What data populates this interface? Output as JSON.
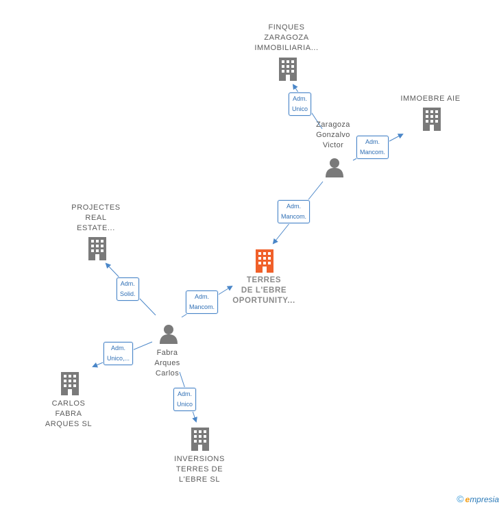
{
  "nodes": {
    "finques": {
      "label": "FINQUES\nZARAGOZA\nIMMOBILIARIA...",
      "icon": "building-icon"
    },
    "immoebre": {
      "label": "IMMOEBRE  AIE",
      "icon": "building-icon"
    },
    "zaragoza_person": {
      "label": "Zaragoza\nGonzalvo\nVictor",
      "icon": "person-icon"
    },
    "projectes": {
      "label": "PROJECTES\nREAL\nESTATE...",
      "icon": "building-icon"
    },
    "terres": {
      "label": "TERRES\nDE L'EBRE\nOPORTUNITY...",
      "icon": "building-icon"
    },
    "fabra_person": {
      "label": "Fabra\nArques\nCarlos",
      "icon": "person-icon"
    },
    "carlos_fabra": {
      "label": "CARLOS\nFABRA\nARQUES  SL",
      "icon": "building-icon"
    },
    "inversions": {
      "label": "INVERSIONS\nTERRES DE\nL'EBRE  SL",
      "icon": "building-icon"
    }
  },
  "relations": {
    "zaragoza_finques": "Adm.\nUnico",
    "zaragoza_immoebre": "Adm.\nMancom.",
    "zaragoza_terres": "Adm.\nMancom.",
    "fabra_projectes": "Adm.\nSolid.",
    "fabra_terres": "Adm.\nMancom.",
    "fabra_carlos": "Adm.\nUnico,...",
    "fabra_inversions": "Adm.\nUnico"
  },
  "colors": {
    "building": "#7a7a7a",
    "focus_building": "#f0602a",
    "edge": "#4a86c8",
    "person": "#7a7a7a"
  },
  "footer": {
    "copyright": "©",
    "brand": "mpresia",
    "brand_initial": "e"
  }
}
